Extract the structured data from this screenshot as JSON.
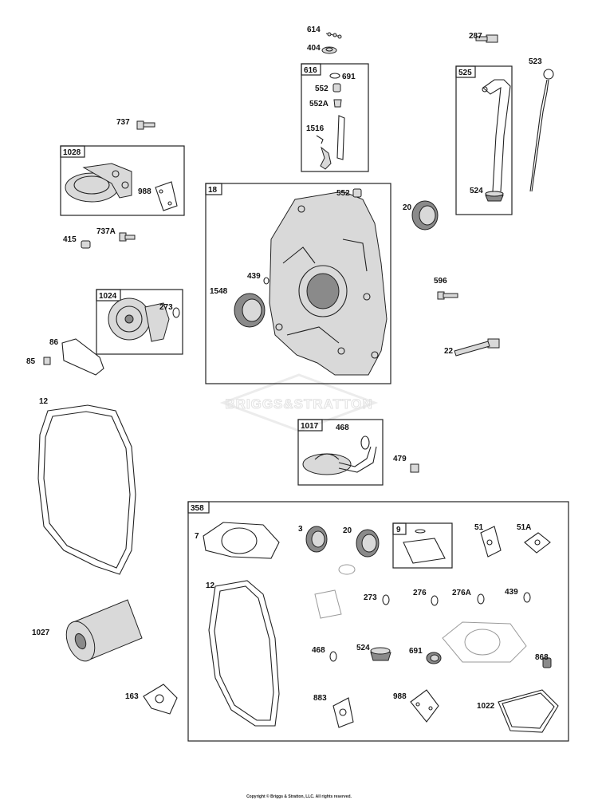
{
  "watermark": "BRIGGS&STRATTON",
  "copyright": "Copyright © Briggs & Stratton, LLC. All rights reserved.",
  "kits": {
    "k616": "616",
    "k525": "525",
    "k1028": "1028",
    "k18": "18",
    "k1024": "1024",
    "k1017": "1017",
    "k358": "358",
    "k9": "9"
  },
  "labels": {
    "p614": "614",
    "p404": "404",
    "p287": "287",
    "p523": "523",
    "p691a": "691",
    "p552a": "552",
    "p552A": "552A",
    "p1516": "1516",
    "p737": "737",
    "p988a": "988",
    "p552b": "552",
    "p20a": "20",
    "p524a": "524",
    "p737A": "737A",
    "p415": "415",
    "p439a": "439",
    "p1548": "1548",
    "p596": "596",
    "p273a": "273",
    "p86": "86",
    "p85": "85",
    "p22": "22",
    "p12a": "12",
    "p468a": "468",
    "p479": "479",
    "p7": "7",
    "p3": "3",
    "p20b": "20",
    "p51": "51",
    "p51A": "51A",
    "p12b": "12",
    "p273b": "273",
    "p276": "276",
    "p276A": "276A",
    "p439b": "439",
    "p1027": "1027",
    "p468b": "468",
    "p524b": "524",
    "p691b": "691",
    "p868": "868",
    "p163": "163",
    "p883": "883",
    "p988b": "988",
    "p1022": "1022"
  }
}
